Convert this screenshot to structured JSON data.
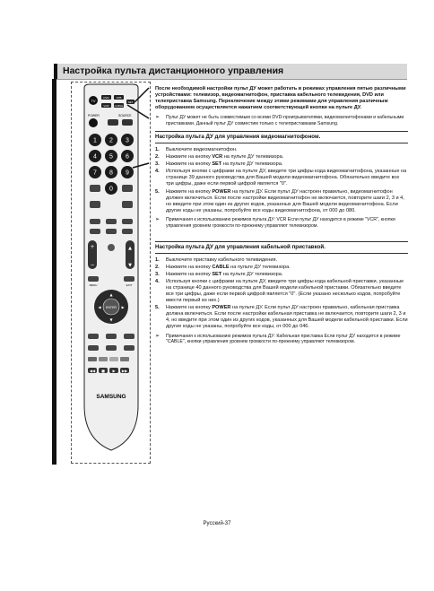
{
  "page_title": "Настройка пульта дистанционного управления",
  "intro": "После необходимой настройки пульт ДУ может работать в режимах управления пятью различными устройствами: телевизор, видеомагнитофон, приставка кабельного телевидения, DVD или телеприставка Samsung. Переключение между этими режимами для управления различным оборудованием осуществляется нажатием соответствующей кнопки на пульте ДУ.",
  "intro_note": "Пульт ДУ может не быть совместимым со всеми DVD-проигрывателями, видеомагнитофонами и кабельными приставками. Данный пульт ДУ совместим только с телеприставками Samsung.",
  "remote": {
    "brand": "SAMSUNG",
    "top_labels": [
      "DVD",
      "STB",
      "VCR",
      "CABLE",
      "SET"
    ],
    "power": "POWER",
    "tv_label": "TV",
    "source": "SOURCE",
    "digits": [
      "1",
      "2",
      "3",
      "4",
      "5",
      "6",
      "7",
      "8",
      "9",
      "0"
    ],
    "enter": "ENTER",
    "menu": "MENU",
    "exit": "EXIT"
  },
  "vcr": {
    "heading": "Настройка пульта ДУ для управления видеомагнитофоном.",
    "steps": [
      {
        "num": "1.",
        "pre": "Выключите видеомагнитофон.",
        "bold": "",
        "post": ""
      },
      {
        "num": "2.",
        "pre": "Нажмите на кнопку ",
        "bold": "VCR",
        "post": " на пульте ДУ телевизора."
      },
      {
        "num": "3.",
        "pre": "Нажмите на кнопку ",
        "bold": "SET",
        "post": " на пульте ДУ телевизора."
      },
      {
        "num": "4.",
        "pre": "Используя кнопки с цифрами на пульте ДУ, введите три цифры кода видеомагнитофона, указанные на странице 39 данного руководства для Вашей модели видеомагнитофона. Обязательно введите все три цифры, даже если первой цифрой является \"0\".",
        "bold": "",
        "post": ""
      },
      {
        "num": "5.",
        "pre": "Нажмите на кнопку ",
        "bold": "POWER",
        "post": " на пульте ДУ. Если пульт ДУ настроен правильно, видеомагнитофон должен включиться. Если после настройки видеомагнитофон не включается, повторите шаги 2, 3 и 4, но введите при этом один из других кодов, указанных для Вашей модели видеомагнитофона. Если другие коды не указаны, попробуйте все коды видеомагнитофона, от 000 до 080."
      }
    ],
    "note": "Примечания к использованию режимов пульта ДУ: VCR Если пульт ДУ находится в режиме \"VCR\", кнопки управления уровнем громкости по-прежнему управляют телевизором."
  },
  "cable": {
    "heading": "Настройка пульта ДУ для управления кабельной приставкой.",
    "steps": [
      {
        "num": "1.",
        "pre": "Выключите приставку кабельного телевидения.",
        "bold": "",
        "post": ""
      },
      {
        "num": "2.",
        "pre": "Нажмите на кнопку ",
        "bold": "CABLE",
        "post": " на пульте ДУ телевизора."
      },
      {
        "num": "3.",
        "pre": "Нажмите на кнопку ",
        "bold": "SET",
        "post": " на пульте ДУ телевизора."
      },
      {
        "num": "4.",
        "pre": "Используя кнопки с цифрами на пульте ДУ, введите три цифры кода кабельной приставки, указанные на странице 40 данного руководства для Вашей модели кабельной приставки. Обязательно введите все три цифры, даже если первой цифрой является \"0\". (Если указано несколько кодов, попробуйте ввести первый из них.)",
        "bold": "",
        "post": ""
      },
      {
        "num": "5.",
        "pre": "Нажмите на кнопку ",
        "bold": "POWER",
        "post": " на пульте ДУ. Если пульт ДУ настроен правильно, кабельная приставка должна включиться. Если после настройки кабельная приставка не включается, повторите шаги 2, 3 и 4, но введите при этом один из других кодов, указанных для Вашей модели кабельной приставки. Если другие коды не указаны, попробуйте все коды, от 000 до 046."
      }
    ],
    "note": "Примечания к использованию режимов пульта ДУ: Кабельная приставка Если пульт ДУ находится в режиме \"CABLE\", кнопки управления уровнем громкости по-прежнему управляют телевизором."
  },
  "footer": "Русский-37"
}
